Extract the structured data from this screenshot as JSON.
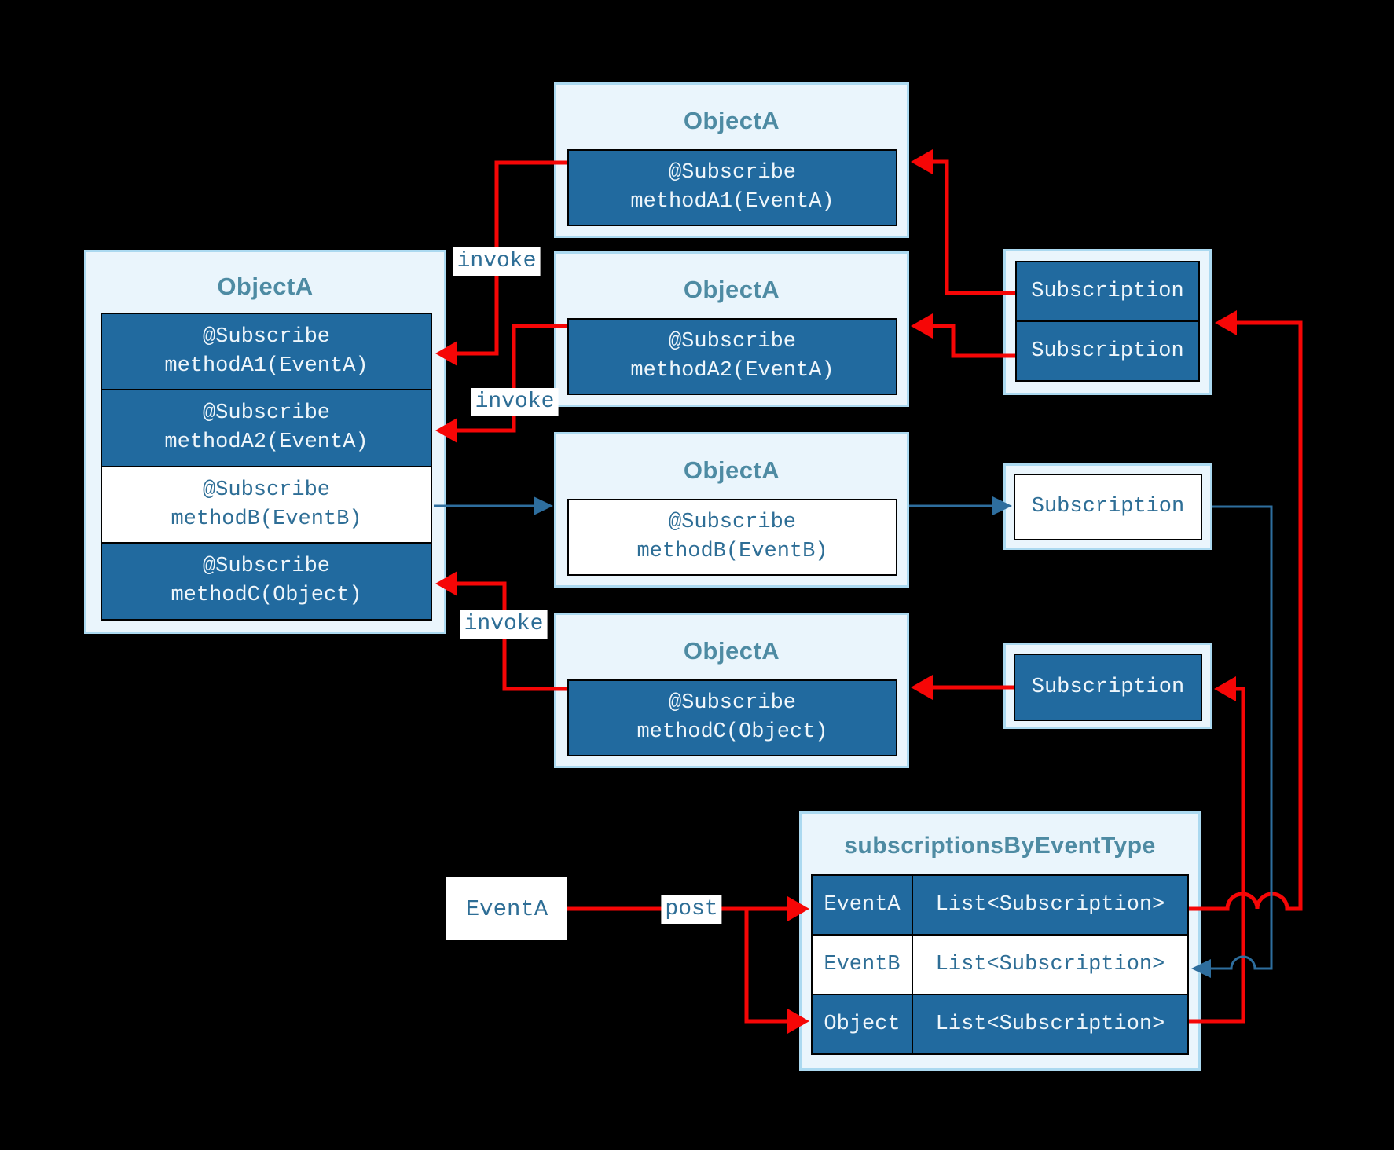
{
  "colors": {
    "background": "#000000",
    "card_bg": "#eaf5fc",
    "card_border": "#abd9f0",
    "cell_dark": "#216a9f",
    "cell_border": "#000000",
    "text_on_dark": "#eef6fb",
    "text_teal": "#2e6e96",
    "title_teal": "#4e8ba3",
    "edge_red": "#f60606",
    "edge_blue": "#2e6e9e"
  },
  "left_object": {
    "title": "ObjectA",
    "methods": [
      {
        "annotation": "@Subscribe",
        "signature": "methodA1(EventA)"
      },
      {
        "annotation": "@Subscribe",
        "signature": "methodA2(EventA)"
      },
      {
        "annotation": "@Subscribe",
        "signature": "methodB(EventB)"
      },
      {
        "annotation": "@Subscribe",
        "signature": "methodC(Object)"
      }
    ]
  },
  "object_cards": [
    {
      "title": "ObjectA",
      "annotation": "@Subscribe",
      "signature": "methodA1(EventA)"
    },
    {
      "title": "ObjectA",
      "annotation": "@Subscribe",
      "signature": "methodA2(EventA)"
    },
    {
      "title": "ObjectA",
      "annotation": "@Subscribe",
      "signature": "methodB(EventB)"
    },
    {
      "title": "ObjectA",
      "annotation": "@Subscribe",
      "signature": "methodC(Object)"
    }
  ],
  "subscriptions": {
    "stack": [
      "Subscription",
      "Subscription"
    ],
    "method_b": "Subscription",
    "method_c": "Subscription"
  },
  "event_table": {
    "title": "subscriptionsByEventType",
    "rows": [
      {
        "event_type": "EventA",
        "value": "List<Subscription>"
      },
      {
        "event_type": "EventB",
        "value": "List<Subscription>"
      },
      {
        "event_type": "Object",
        "value": "List<Subscription>"
      }
    ]
  },
  "event_box": {
    "label": "EventA"
  },
  "edge_labels": {
    "invoke_a1": "invoke",
    "invoke_a2": "invoke",
    "invoke_c": "invoke",
    "post": "post"
  }
}
